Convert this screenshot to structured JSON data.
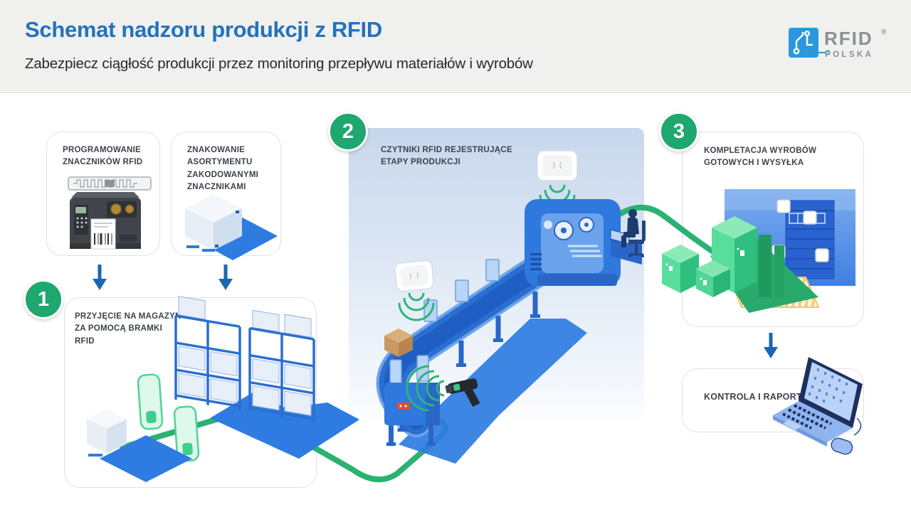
{
  "header": {
    "title": "Schemat nadzoru produkcji z RFID",
    "subtitle": "Zabezpiecz ciągłość produkcji przez monitoring przepływu materiałów i wyrobów"
  },
  "logo": {
    "brand": "RFID",
    "registered": "®",
    "country": "POLSKA"
  },
  "steps": [
    {
      "number": "1",
      "label": "PRZYJĘCIE NA MAGAZYN ZA POMOCĄ BRAMKI RFID"
    },
    {
      "number": "2",
      "label": "CZYTNIKI RFID REJESTRUJĄCE ETAPY PRODUKCJI"
    },
    {
      "number": "3",
      "label": "KOMPLETACJA WYROBÓW GOTOWYCH I WYSYŁKA"
    }
  ],
  "support_boxes": [
    {
      "label": "PROGRAMOWANIE ZNACZNIKÓW RFID"
    },
    {
      "label": "ZNAKOWANIE ASORTYMENTU ZAKODOWANYMI ZNACZNIKAMI"
    },
    {
      "label": "KONTROLA I RAPORTY"
    }
  ],
  "colors": {
    "title_blue": "#2273bd",
    "illustration_blue": "#2e7ce2",
    "badge_green": "#1ea76f",
    "path_green": "#2ab273",
    "mint_gate": "#dff8ec",
    "header_background": "#f0f0ee",
    "logo_gray": "#8b9096",
    "logo_blue": "#2b97dc",
    "arrow_blue": "#1b67b4"
  }
}
